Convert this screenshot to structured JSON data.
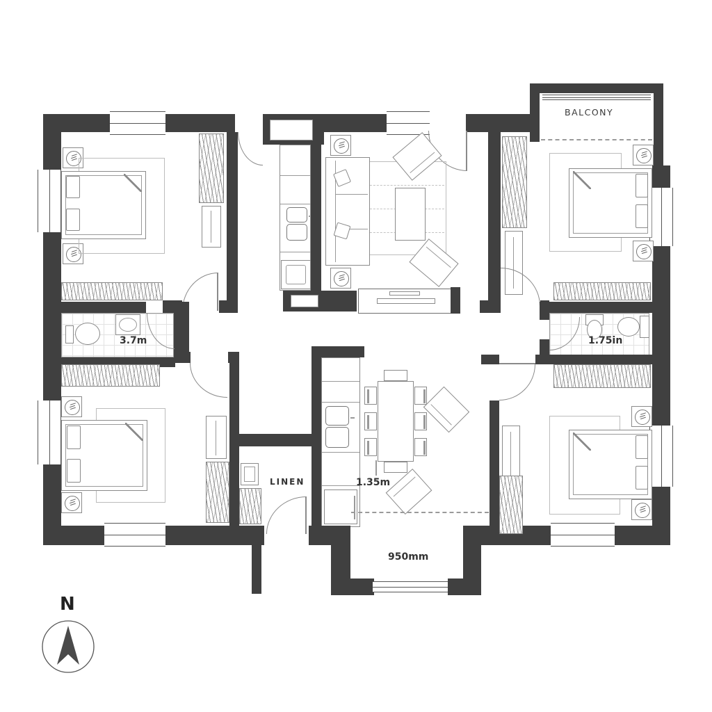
{
  "plan": {
    "compass": {
      "label": "N"
    },
    "balcony": {
      "label": "BALCONY"
    },
    "bathroom_left": {
      "dimension": "3.7m"
    },
    "bathroom_right": {
      "dimension": "1.75in"
    },
    "linen_closet": {
      "label": "LINEN"
    },
    "dining": {
      "dimension": "1.35m"
    },
    "entry": {
      "dimension": "950mm"
    },
    "colors": {
      "wall": "#404040",
      "furniture_line": "#8a8a8a",
      "background": "#ffffff"
    },
    "icons": {
      "compass_arrow": "north-arrow",
      "fixture_symbol": "circled-ceiling-fixture"
    }
  }
}
